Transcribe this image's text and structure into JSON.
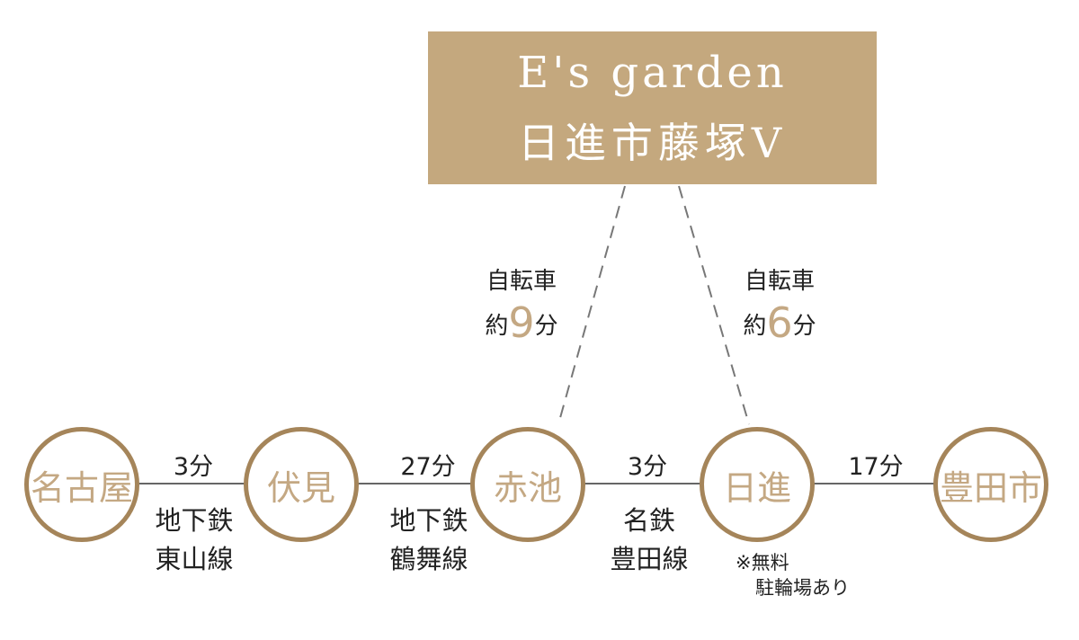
{
  "title": {
    "line1": "E's garden",
    "line2": "日進市藤塚V"
  },
  "colors": {
    "title_bg": "#c4a87e",
    "ring": "#a5855a",
    "station_text": "#c4a883",
    "connector": "#666666"
  },
  "stations": [
    "名古屋",
    "伏見",
    "赤池",
    "日進",
    "豊田市"
  ],
  "segments": [
    {
      "time": "3分",
      "line1": "地下鉄",
      "line2": "東山線"
    },
    {
      "time": "27分",
      "line1": "地下鉄",
      "line2": "鶴舞線"
    },
    {
      "time": "3分",
      "line1": "名鉄",
      "line2": "豊田線"
    },
    {
      "time": "17分",
      "line1": "",
      "line2": ""
    }
  ],
  "bike": [
    {
      "mode": "自転車",
      "prefix": "約",
      "minutes": "9",
      "suffix": "分"
    },
    {
      "mode": "自転車",
      "prefix": "約",
      "minutes": "6",
      "suffix": "分"
    }
  ],
  "note": {
    "line1": "※無料",
    "line2": "駐輪場あり"
  }
}
